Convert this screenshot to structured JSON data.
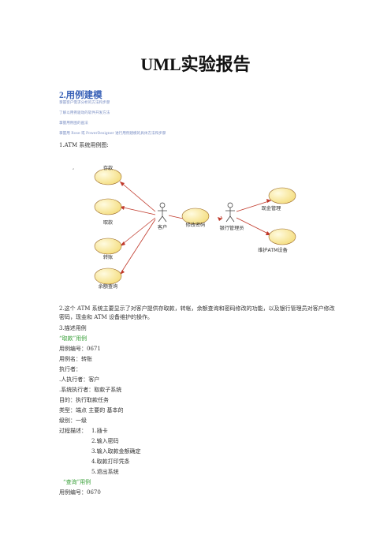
{
  "document": {
    "title": "UML实验报告",
    "section_heading": "2.用例建模",
    "objectives": [
      "掌握客户需求分析的方法和步骤",
      "了解以用例驱动的软件开发方法",
      "掌握用例图的画法",
      "掌握用 Rose 或 PowerDesigner 进行用例建模的具体方法和步骤"
    ],
    "atm_diagram_caption": "1.ATM 系统用例图:",
    "diagram_mark": "’",
    "diagram": {
      "left_use_cases": [
        "存款",
        "取款",
        "转账",
        "余额查询"
      ],
      "right_use_cases": [
        "现金管理",
        "维护ATM设备"
      ],
      "center_use_case": "修改密码",
      "actor_customer": "客户",
      "actor_admin": "银行管理员"
    },
    "description_paragraph": "2.这个 ATM 系统主要显示了对客户提供存取款，转帐，余额查询和密码修改的功能，以及银行管理员对客户修改密码，现金和 ATM 设备维护的操作。",
    "usecase_desc_label": "3.描述用例",
    "usecase1": {
      "title": "“取款”用例",
      "number": "用例编号：0671",
      "name": "用例名：转账",
      "actor_label": "执行者：",
      "human_actor": ".人执行者：客户",
      "system_actor": ".系统执行者：取款子系统",
      "goal": "目的：执行取款任务",
      "type": "类型：端点  主要的  基本的",
      "level": "级别：一级",
      "process_label": "过程描述：",
      "steps": [
        "1.插卡",
        "2.输入密码",
        "3.输入取款金额确定",
        "4.取款打印凭条",
        "5.退出系统"
      ]
    },
    "usecase2": {
      "title": "“查询”用例",
      "number": "用例编号：0670"
    }
  }
}
